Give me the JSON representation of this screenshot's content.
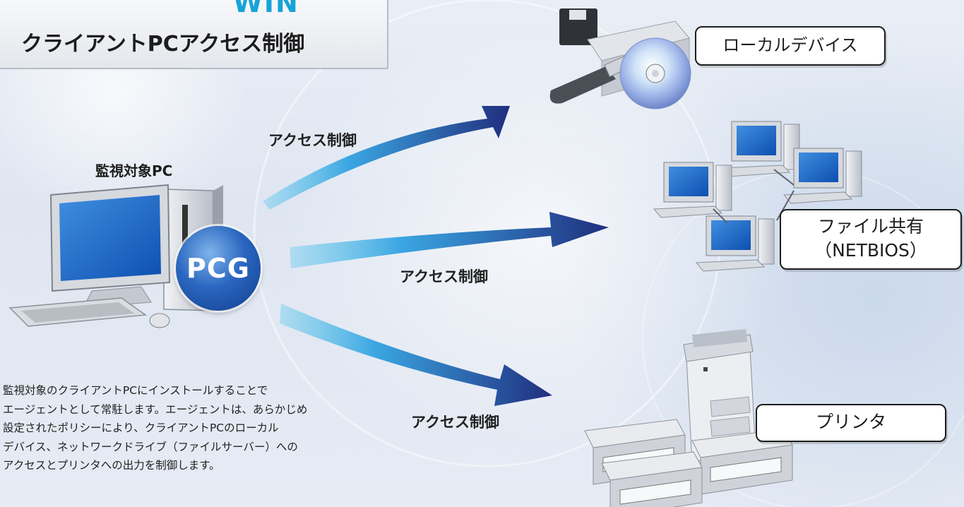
{
  "header": {
    "logo": "WIN",
    "title": "クライアントPCアクセス制御"
  },
  "monitored_pc": {
    "label": "監視対象PC",
    "badge": "PCG"
  },
  "arrows": {
    "top_label": "アクセス制御",
    "middle_label": "アクセス制御",
    "bottom_label": "アクセス制御"
  },
  "targets": {
    "local_device": "ローカルデバイス",
    "file_share_line1": "ファイル共有",
    "file_share_line2": "（NETBIOS）",
    "printer": "プリンタ"
  },
  "description": {
    "line1": "監視対象のクライアントPCにインストールすることで",
    "line2": "エージェントとして常駐します。エージェントは、あらかじめ",
    "line3": "設定されたポリシーにより、クライアントPCのローカル",
    "line4": "デバイス、ネットワークドライブ（ファイルサーバー）への",
    "line5": "アクセスとプリンタへの出力を制御します。"
  },
  "colors": {
    "logo": "#16a3d8",
    "arrow_start": "#55c6ee",
    "arrow_end": "#202e7e",
    "badge": "#2a66c0"
  }
}
